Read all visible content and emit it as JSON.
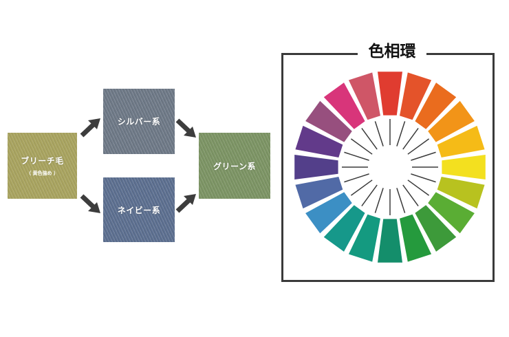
{
  "flow": {
    "bleach": {
      "label": "ブリーチ毛",
      "note": "（ 黄色強め ）",
      "color": "#a9a460"
    },
    "silver": {
      "label": "シルバー系",
      "color": "#6f7a88"
    },
    "navy": {
      "label": "ネイビー系",
      "color": "#5d7091"
    },
    "green": {
      "label": "グリーン系",
      "color": "#7d9565"
    },
    "arrow_color": "#3d3d3d"
  },
  "color_wheel": {
    "title": "色相環",
    "segment_colors": [
      "#e03c30",
      "#e4532a",
      "#ea6c1e",
      "#f29418",
      "#f5bb17",
      "#f3e01f",
      "#b8c21f",
      "#5aad34",
      "#3d9a3a",
      "#259a3d",
      "#148e6b",
      "#149a80",
      "#16988a",
      "#3c8fc4",
      "#516aa6",
      "#533f8a",
      "#623a8a",
      "#974f7e",
      "#d8357a",
      "#cf5667"
    ]
  }
}
